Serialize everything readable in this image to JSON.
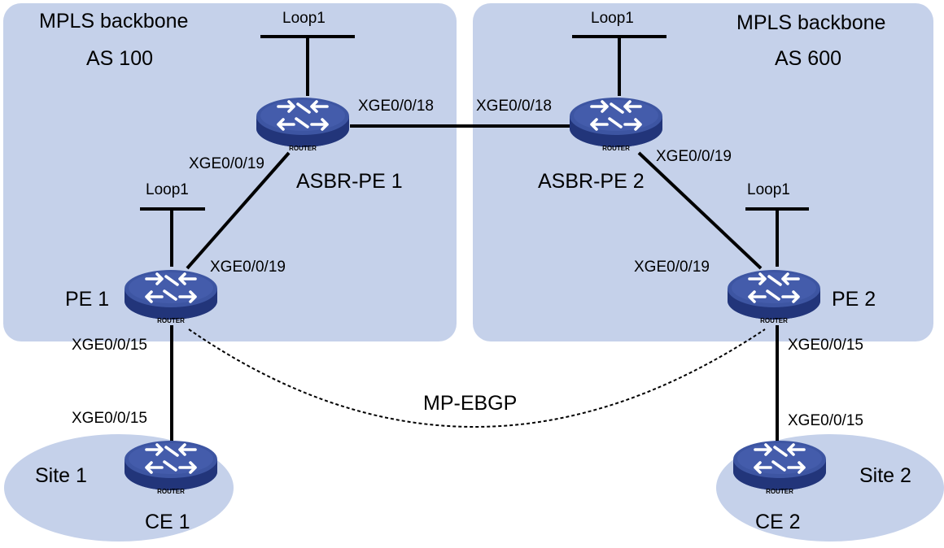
{
  "colors": {
    "region_fill": "#c5d1ea",
    "link": "#000000",
    "router_top": "#3d55a2",
    "router_side": "#22357a",
    "router_arrow": "#ffffff"
  },
  "icon": "router-icon",
  "regions": [
    {
      "id": "as100",
      "line1": "MPLS backbone",
      "line2": "AS 100"
    },
    {
      "id": "as600",
      "line1": "MPLS backbone",
      "line2": "AS 600"
    }
  ],
  "sites": [
    {
      "id": "site1",
      "label": "Site 1"
    },
    {
      "id": "site2",
      "label": "Site 2"
    }
  ],
  "routers": [
    {
      "id": "asbr1",
      "name": "ASBR-PE 1",
      "badge": "ROUTER",
      "loopback": "Loop1"
    },
    {
      "id": "asbr2",
      "name": "ASBR-PE 2",
      "badge": "ROUTER",
      "loopback": "Loop1"
    },
    {
      "id": "pe1",
      "name": "PE 1",
      "badge": "ROUTER",
      "loopback": "Loop1"
    },
    {
      "id": "pe2",
      "name": "PE 2",
      "badge": "ROUTER",
      "loopback": "Loop1"
    },
    {
      "id": "ce1",
      "name": "CE 1",
      "badge": "ROUTER"
    },
    {
      "id": "ce2",
      "name": "CE 2",
      "badge": "ROUTER"
    }
  ],
  "interfaces": {
    "asbr1_to_asbr2": "XGE0/0/18",
    "asbr2_to_asbr1": "XGE0/0/18",
    "asbr1_to_pe1": "XGE0/0/19",
    "pe1_to_asbr1": "XGE0/0/19",
    "asbr2_to_pe2": "XGE0/0/19",
    "pe2_to_asbr2": "XGE0/0/19",
    "pe1_to_ce1": "XGE0/0/15",
    "ce1_to_pe1": "XGE0/0/15",
    "pe2_to_ce2": "XGE0/0/15",
    "ce2_to_pe2": "XGE0/0/15"
  },
  "session": {
    "label": "MP-EBGP",
    "style": "dashed"
  }
}
